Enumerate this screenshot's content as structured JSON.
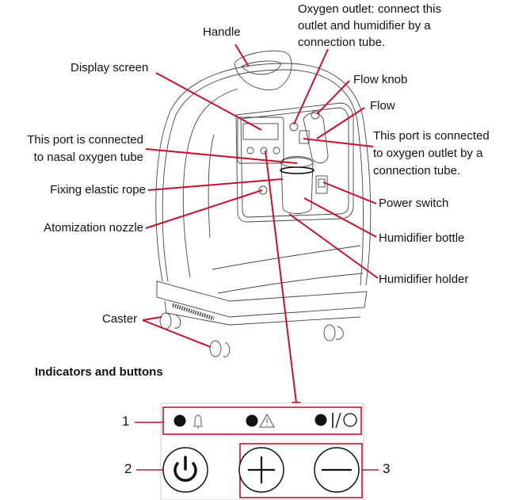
{
  "diagram": {
    "subject": "Oxygen concentrator",
    "labels": {
      "handle": "Handle",
      "display_screen": "Display screen",
      "oxygen_outlet": [
        "Oxygen outlet: connect this",
        "outlet and humidifier by a",
        "connection tube."
      ],
      "flow_knob": "Flow knob",
      "flow": "Flow",
      "port_nasal": [
        "This port is connected",
        "to nasal oxygen tube"
      ],
      "port_outlet": [
        "This port is connected",
        "to oxygen outlet by a",
        "connection tube."
      ],
      "fixing_rope": "Fixing elastic rope",
      "atomization_nozzle": "Atomization nozzle",
      "power_switch": "Power switch",
      "humidifier_bottle": "Humidifier bottle",
      "humidifier_holder": "Humidifier holder",
      "caster": "Caster"
    },
    "section_title": "Indicators and buttons",
    "panel": {
      "callouts": [
        "1",
        "2",
        "3"
      ],
      "indicators": [
        {
          "name": "alarm",
          "icon": "bell-icon"
        },
        {
          "name": "warning",
          "icon": "warning-triangle-icon"
        },
        {
          "name": "power",
          "icon": "power-on-off-icon",
          "text": "I/O"
        }
      ],
      "buttons": [
        {
          "name": "power",
          "icon": "power-icon"
        },
        {
          "name": "increase",
          "icon": "plus-icon"
        },
        {
          "name": "decrease",
          "icon": "minus-icon"
        }
      ]
    },
    "colors": {
      "leader": "#c8102e",
      "outline": "#333333",
      "text": "#111111"
    }
  }
}
